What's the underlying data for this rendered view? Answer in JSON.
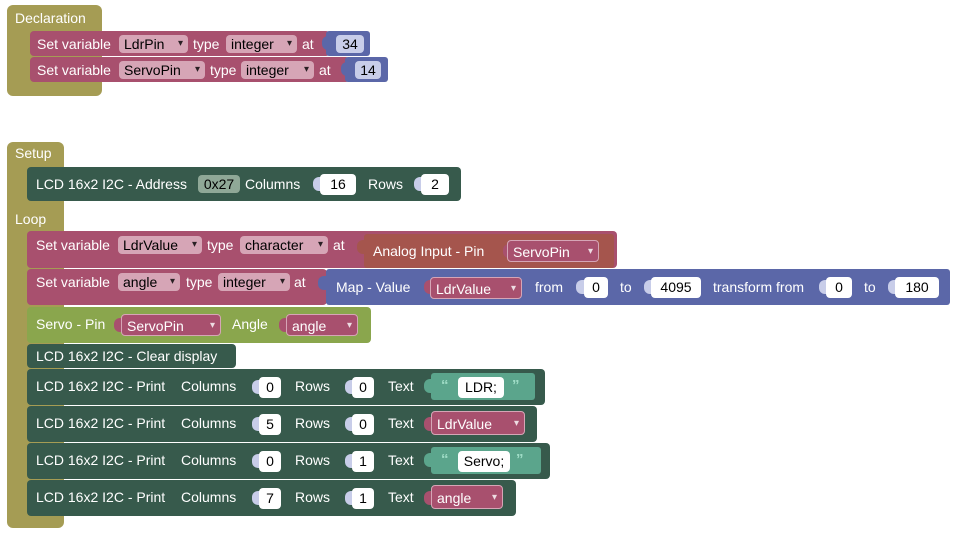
{
  "colors": {
    "mustard": "#a59c54",
    "mustard_dark": "#8a8240",
    "pink": "#a8506e",
    "pink_field": "#d6a5b6",
    "blue": "#5b67a8",
    "blue_tab": "#7e88c0",
    "dark_green": "#375a4c",
    "olive_green": "#8aa64d",
    "rust": "#a5554d",
    "teal_text": "#5ba58c"
  },
  "declaration": {
    "title": "Declaration",
    "var1": {
      "set": "Set variable",
      "name": "LdrPin",
      "type_label": "type",
      "type": "integer",
      "at": "at",
      "value": "34"
    },
    "var2": {
      "set": "Set variable",
      "name": "ServoPin",
      "type_label": "type",
      "type": "integer",
      "at": "at",
      "value": "14"
    }
  },
  "setup": {
    "title": "Setup",
    "lcd": {
      "label": "LCD 16x2 I2C - Address",
      "address": "0x27",
      "cols_label": "Columns",
      "cols": "16",
      "rows_label": "Rows",
      "rows": "2"
    }
  },
  "loop": {
    "title": "Loop",
    "set1": {
      "set": "Set variable",
      "name": "LdrValue",
      "type_label": "type",
      "type": "character",
      "at": "at",
      "analog_label": "Analog Input - Pin",
      "pin": "ServoPin"
    },
    "set2": {
      "set": "Set variable",
      "name": "angle",
      "type_label": "type",
      "type": "integer",
      "at": "at",
      "map_label": "Map - Value",
      "map_var": "LdrValue",
      "from_label": "from",
      "from": "0",
      "to_label": "to",
      "to": "4095",
      "transform_label": "transform from",
      "tfrom": "0",
      "to2_label": "to",
      "tto": "180"
    },
    "servo": {
      "label": "Servo - Pin",
      "pin": "ServoPin",
      "angle_label": "Angle",
      "angle": "angle"
    },
    "clear": {
      "label": "LCD 16x2 I2C - Clear display"
    },
    "print1": {
      "label": "LCD 16x2 I2C - Print",
      "cols_label": "Columns",
      "cols": "0",
      "rows_label": "Rows",
      "rows": "0",
      "text_label": "Text",
      "text": "LDR;"
    },
    "print2": {
      "label": "LCD 16x2 I2C - Print",
      "cols_label": "Columns",
      "cols": "5",
      "rows_label": "Rows",
      "rows": "0",
      "text_label": "Text",
      "var": "LdrValue"
    },
    "print3": {
      "label": "LCD 16x2 I2C - Print",
      "cols_label": "Columns",
      "cols": "0",
      "rows_label": "Rows",
      "rows": "1",
      "text_label": "Text",
      "text": "Servo;"
    },
    "print4": {
      "label": "LCD 16x2 I2C - Print",
      "cols_label": "Columns",
      "cols": "7",
      "rows_label": "Rows",
      "rows": "1",
      "text_label": "Text",
      "var": "angle"
    }
  }
}
